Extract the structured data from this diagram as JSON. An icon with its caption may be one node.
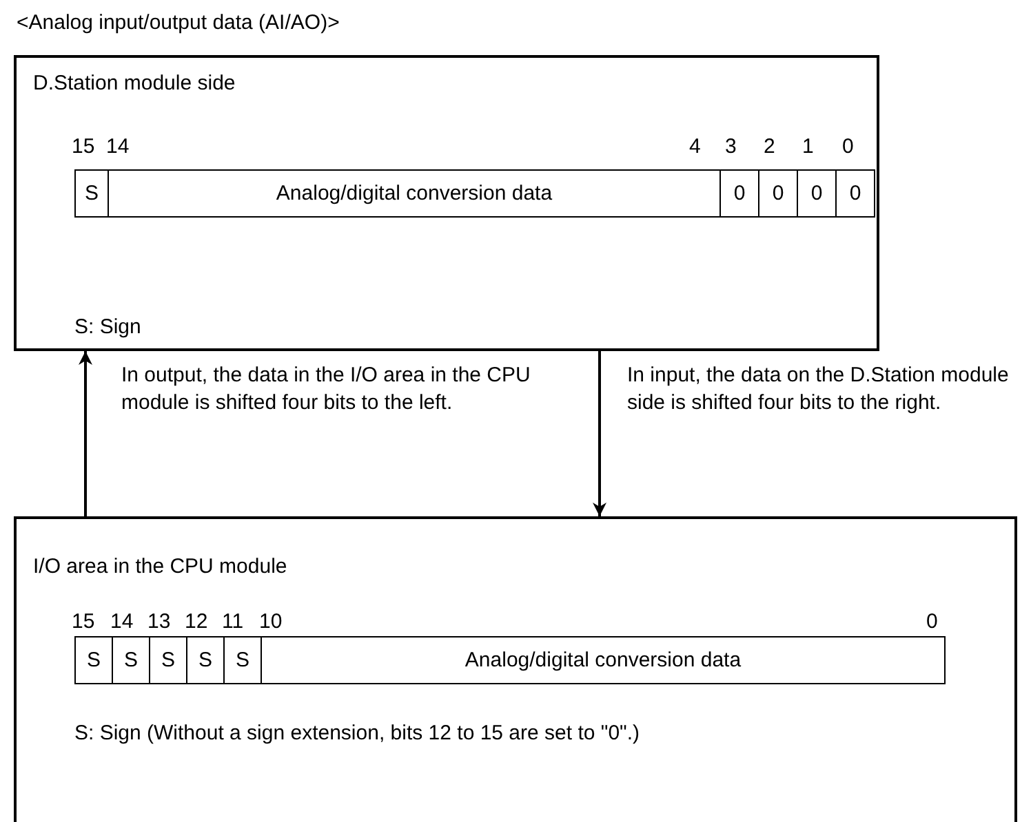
{
  "diagram": {
    "title": "<Analog input/output data (AI/AO)>",
    "nodes": [
      {
        "text": [
          "D.Station module side",
          "S: Sign"
        ]
      },
      {
        "text": [
          "S"
        ],
        "in": 0
      },
      {
        "text": [
          "Analog/digital conversion data"
        ],
        "in": 0
      },
      {
        "text": [
          "0"
        ],
        "in": 0
      },
      {
        "text": [
          "0"
        ],
        "in": 0
      },
      {
        "text": [
          "0"
        ],
        "in": 0
      },
      {
        "text": [
          "0"
        ],
        "in": 0
      },
      {
        "text": [
          "I/O area in the CPU module",
          "S:  Sign (Without a sign extension, bits 12 to 15 are set to \"0\".)"
        ]
      },
      {
        "text": [
          "S"
        ],
        "in": 7
      },
      {
        "text": [
          "S"
        ],
        "in": 7
      },
      {
        "text": [
          "S"
        ],
        "in": 7
      },
      {
        "text": [
          "S"
        ],
        "in": 7
      },
      {
        "text": [
          "S"
        ],
        "in": 7
      },
      {
        "text": [
          "Analog/digital conversion data"
        ],
        "in": 7
      }
    ],
    "edges": [
      {
        "from": 7,
        "to": 0,
        "arrow": "to",
        "label": "In output, the data in the I/O area in the CPU module is shifted four bits to the left."
      },
      {
        "from": 0,
        "to": 7,
        "arrow": "to",
        "label": "In input, the data on the D.Station module side is shifted four bits to the right."
      }
    ],
    "labels": [
      "15",
      "14",
      "4",
      "3",
      "2",
      "1",
      "0",
      "15",
      "14",
      "13",
      "12",
      "11",
      "10",
      "0"
    ]
  }
}
